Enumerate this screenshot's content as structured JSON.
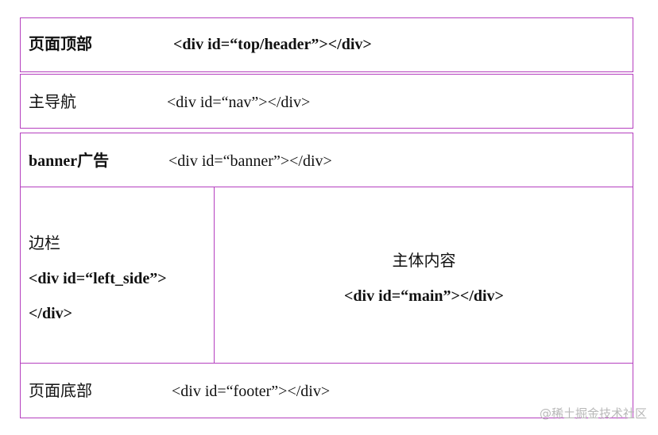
{
  "header": {
    "label": "页面顶部",
    "code": "<div  id=“top/header”></div>"
  },
  "nav": {
    "label": "主导航",
    "code": "<div  id=“nav”></div>"
  },
  "banner": {
    "label": "banner广告",
    "code": "<div  id=“banner”></div>"
  },
  "side": {
    "label": "边栏",
    "code_line1": "<div id=“left_side”>",
    "code_line2": "</div>"
  },
  "main": {
    "label": "主体内容",
    "code": "<div id=“main”></div>"
  },
  "footer": {
    "label": "页面底部",
    "code": "<div id=“footer”></div>"
  },
  "watermark": "@稀土掘金技术社区",
  "colors": {
    "border": "#b53fbf",
    "text": "#111111",
    "watermark": "#b8b8b8"
  }
}
